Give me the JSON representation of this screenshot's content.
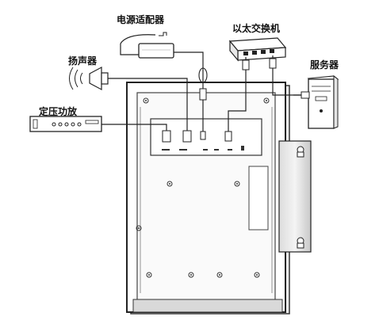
{
  "labels": {
    "power_adapter": "电源适配器",
    "ethernet_switch": "以太交换机",
    "speaker": "扬声器",
    "server": "服务器",
    "amplifier": "定压功放"
  }
}
